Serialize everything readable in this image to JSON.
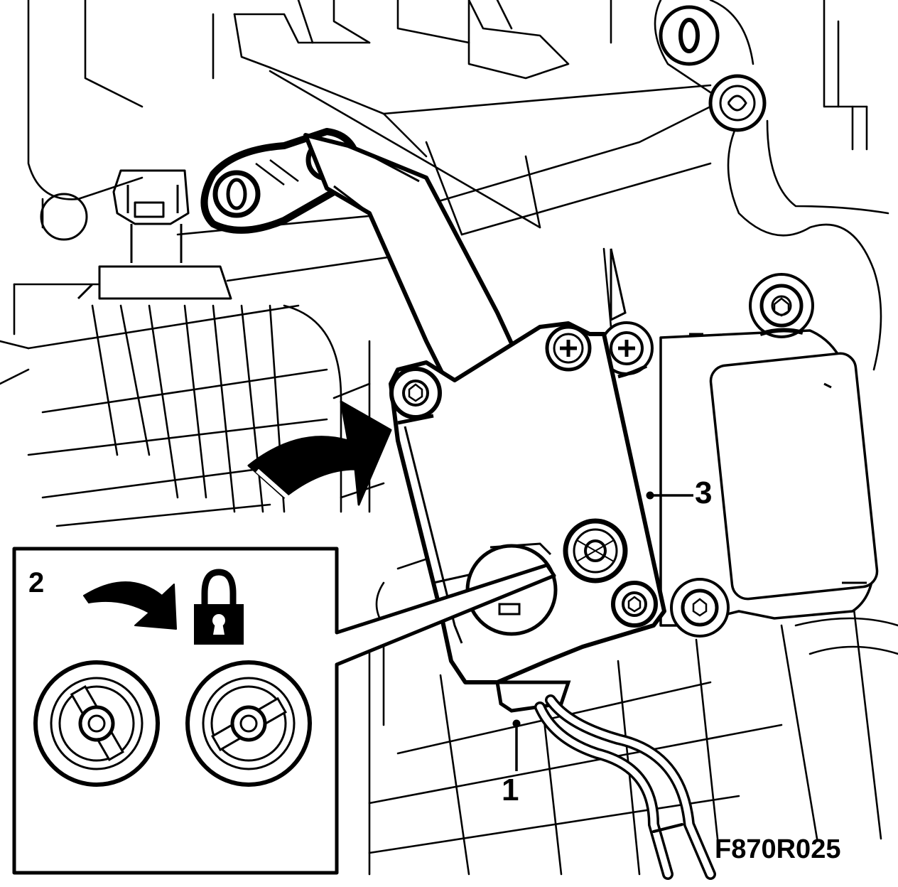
{
  "callouts": {
    "part_1": "1",
    "part_2": "2",
    "part_3": "3"
  },
  "figure_code": "F870R025",
  "icons": {
    "direction": "curved-arrow-icon",
    "lock": "padlock-icon"
  },
  "colors": {
    "ink": "#000000",
    "paper": "#ffffff"
  }
}
